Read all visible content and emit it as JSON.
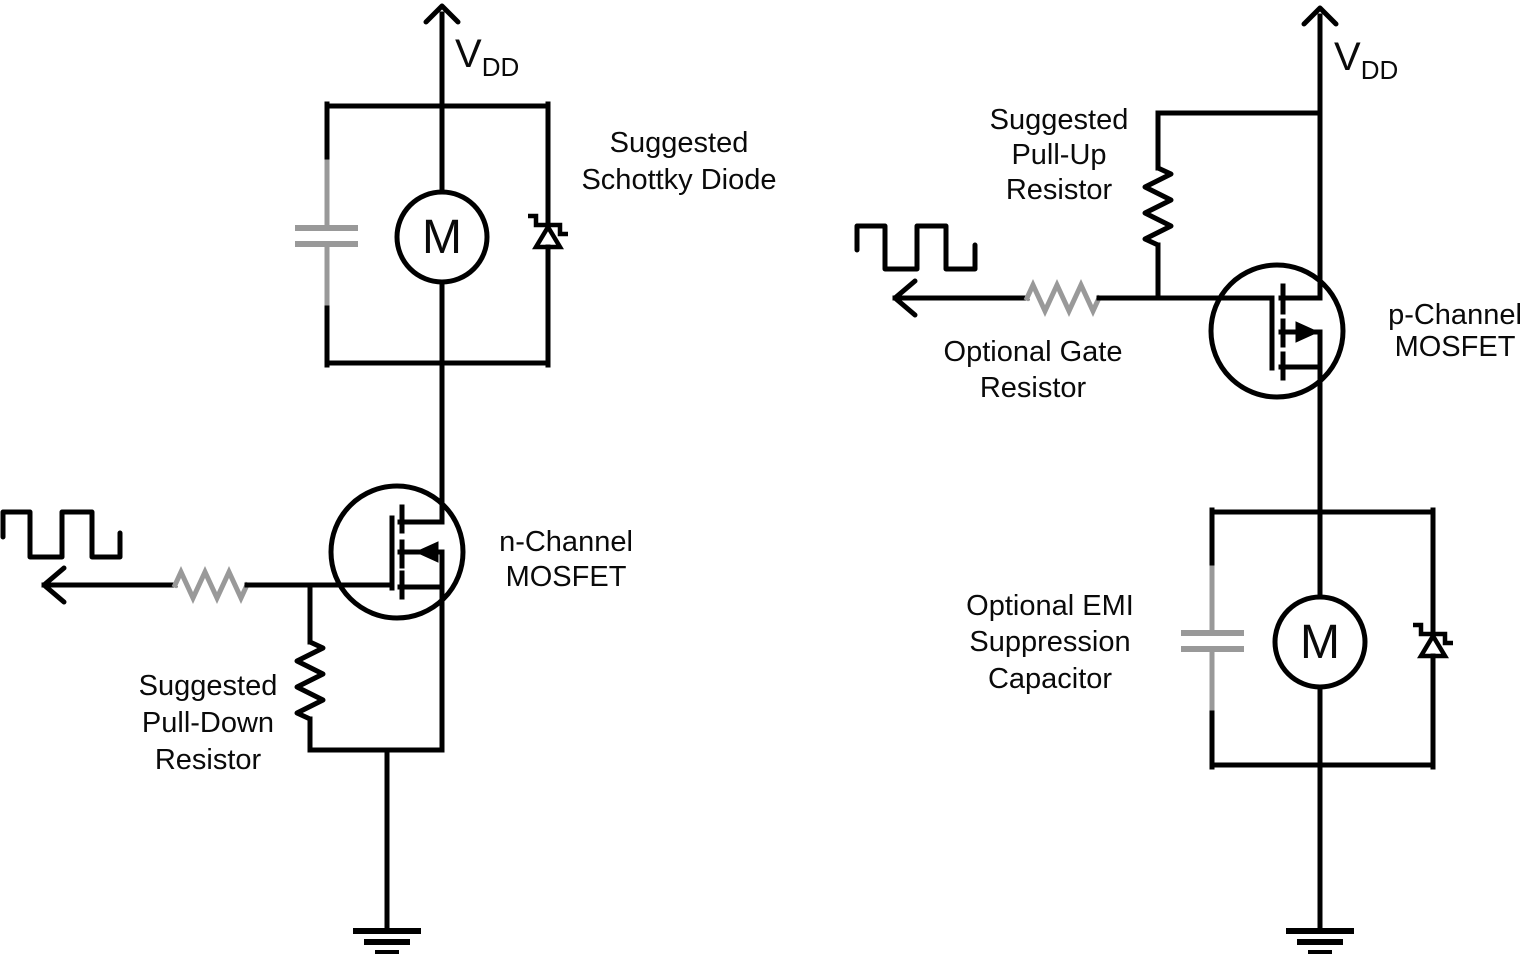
{
  "diagram": {
    "title_implied": "MOSFET motor drive circuits",
    "colors": {
      "line": "#000000",
      "optional_component": "#999999",
      "background": "#ffffff",
      "text": "#0a0a0a"
    },
    "left": {
      "vdd_main": "V",
      "vdd_sub": "DD",
      "motor": "M",
      "schottky_label": [
        "Suggested",
        "Schottky Diode"
      ],
      "mosfet_label": [
        "n-Channel",
        "MOSFET"
      ],
      "pulldown_label": [
        "Suggested",
        "Pull-Down",
        "Resistor"
      ]
    },
    "right": {
      "vdd_main": "V",
      "vdd_sub": "DD",
      "motor": "M",
      "pullup_label": [
        "Suggested",
        "Pull-Up",
        "Resistor"
      ],
      "gate_label": [
        "Optional Gate",
        "Resistor"
      ],
      "mosfet_label": [
        "p-Channel",
        "MOSFET"
      ],
      "emi_label": [
        "Optional EMI",
        "Suppression",
        "Capacitor"
      ]
    }
  }
}
